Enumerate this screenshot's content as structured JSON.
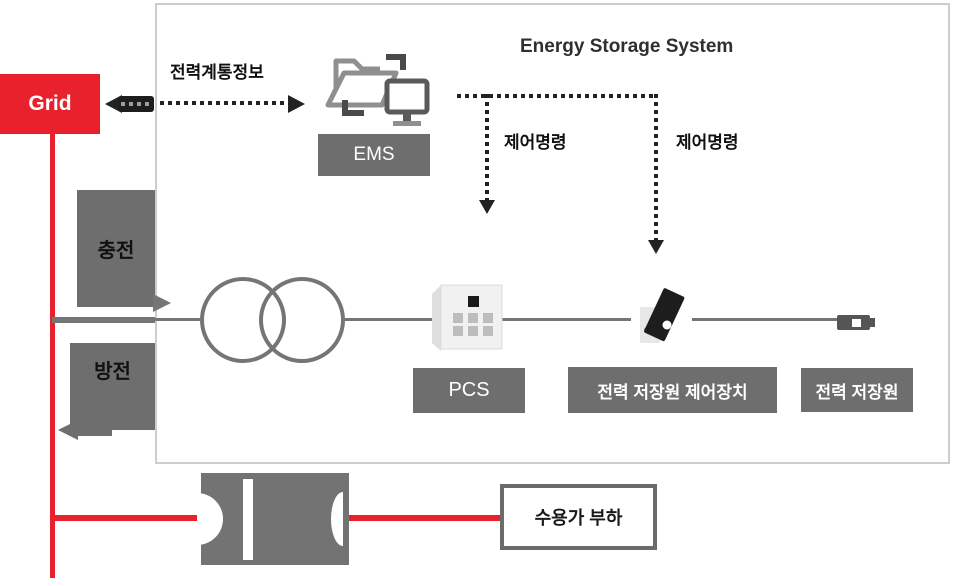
{
  "diagram": {
    "panel_title": "Energy Storage System",
    "grid_label": "Grid",
    "grid_info_label": "전력계통정보",
    "ems_label": "EMS",
    "control_command_left": "제어명령",
    "control_command_right": "제어명령",
    "charge_label": "충전",
    "discharge_label": "방전",
    "pcs_label": "PCS",
    "storage_controller_label": "전력 저장원 제어장치",
    "storage_label": "전력 저장원",
    "consumer_load_label": "수용가 부하"
  },
  "icons": {
    "ems": "folder-monitor-icon",
    "pcs": "cabinet-icon",
    "storage_controller": "switch-icon",
    "storage": "battery-icon",
    "consumer_load": "motor-icon",
    "transformer": "transformer-circles-icon"
  },
  "colors": {
    "accent_red": "#e8212d",
    "box_gray": "#6e6e6e",
    "line_gray": "#757575",
    "panel_border": "#cdcdcd",
    "dot_black": "#222222"
  }
}
